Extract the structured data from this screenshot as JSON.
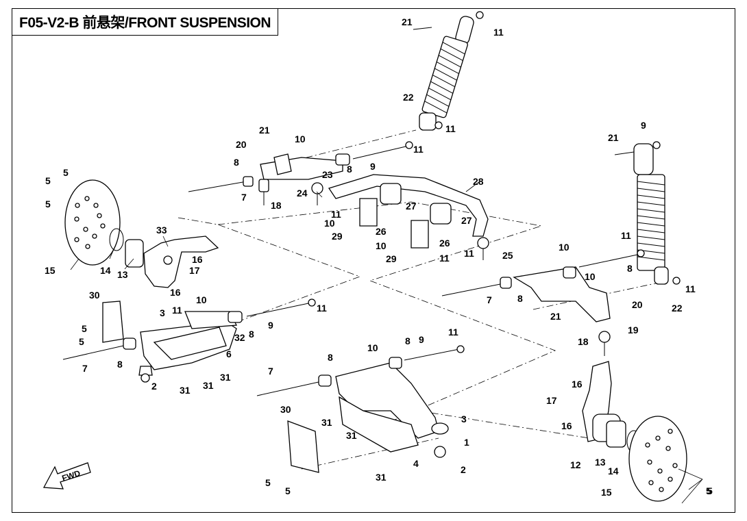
{
  "title": "F05-V2-B 前悬架/FRONT SUSPENSION",
  "fwd_label": "FWD",
  "callouts": [
    "21",
    "11",
    "22",
    "11",
    "21",
    "20",
    "10",
    "11",
    "8",
    "9",
    "23",
    "8",
    "28",
    "24",
    "11",
    "18",
    "7",
    "5",
    "5",
    "5",
    "5",
    "33",
    "16",
    "17",
    "16",
    "10",
    "27",
    "27",
    "26",
    "26",
    "29",
    "29",
    "10",
    "10",
    "11",
    "25",
    "11",
    "11",
    "21",
    "22",
    "11",
    "10",
    "8",
    "9",
    "7",
    "8",
    "20",
    "19",
    "21",
    "15",
    "14",
    "13",
    "30",
    "3",
    "11",
    "10",
    "11",
    "9",
    "8",
    "32",
    "6",
    "5",
    "5",
    "8",
    "7",
    "2",
    "31",
    "31",
    "31",
    "10",
    "8",
    "9",
    "11",
    "7",
    "8",
    "18",
    "16",
    "17",
    "16",
    "12",
    "13",
    "14",
    "15",
    "5",
    "30",
    "31",
    "31",
    "31",
    "3",
    "1",
    "2",
    "4",
    "5",
    "5"
  ]
}
